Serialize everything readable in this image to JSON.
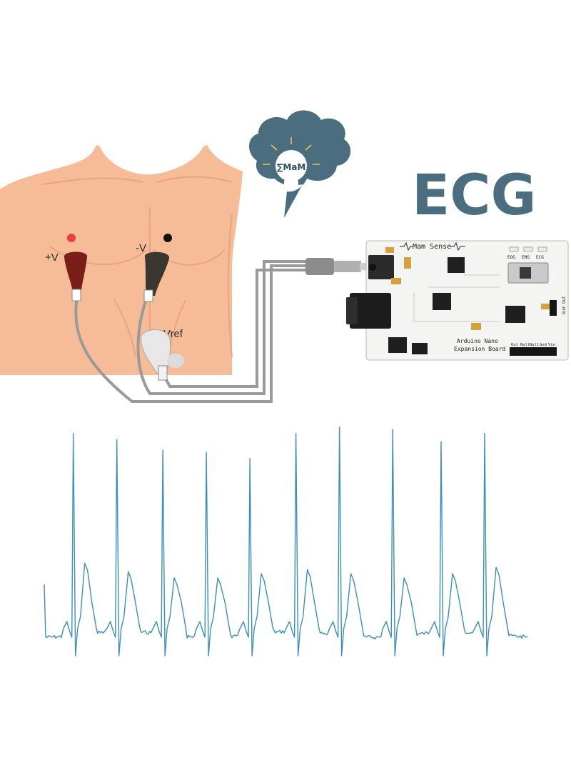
{
  "title": "ECG",
  "logo": {
    "text": "∑MaM",
    "icon": "cloud-lightbulb-logo-icon"
  },
  "electrodes": {
    "positive": {
      "label": "+V",
      "dot_color": "#e8423c",
      "clip_color": "#7a1e1a"
    },
    "negative": {
      "label": "-V",
      "dot_color": "#111111",
      "clip_color": "#3a3630"
    },
    "reference": {
      "label": "Vref",
      "clip_color": "#e8e8e8"
    }
  },
  "board": {
    "name": "Mam Sense",
    "expansion_label": "Arduino Nano\nExpansion Board",
    "mode_labels": [
      "EOG",
      "EMG",
      "ECG"
    ],
    "pin_labels": [
      "Out",
      "Null",
      "Null",
      "Gnd",
      "Vin"
    ],
    "side_pins": [
      "Gnd",
      "Out"
    ]
  },
  "colors": {
    "skin": "#f6bc98",
    "skin_shade": "#e9a47e",
    "cable": "#9a9a9a",
    "trace": "#3c8fb8",
    "title": "#4a6d80",
    "logo": "#4a6d80",
    "board": "#f4f4f2",
    "board_edge": "#b9b9b9"
  },
  "chart_data": {
    "type": "line",
    "title": "",
    "xlabel": "",
    "ylabel": "",
    "grid": false,
    "series": [
      {
        "values_description_unused": null,
        "beats": [
          {
            "x": 0.06,
            "r_peak": 0.96,
            "t_height": 0.34
          },
          {
            "x": 0.15,
            "r_peak": 0.93,
            "t_height": 0.3
          },
          {
            "x": 0.245,
            "r_peak": 0.88,
            "t_height": 0.27
          },
          {
            "x": 0.335,
            "r_peak": 0.87,
            "t_height": 0.27
          },
          {
            "x": 0.425,
            "r_peak": 0.84,
            "t_height": 0.29
          },
          {
            "x": 0.52,
            "r_peak": 0.96,
            "t_height": 0.31
          },
          {
            "x": 0.61,
            "r_peak": 0.99,
            "t_height": 0.29
          },
          {
            "x": 0.72,
            "r_peak": 0.98,
            "t_height": 0.27
          },
          {
            "x": 0.82,
            "r_peak": 0.92,
            "t_height": 0.29
          },
          {
            "x": 0.91,
            "r_peak": 0.96,
            "t_height": 0.32
          }
        ]
      }
    ]
  }
}
